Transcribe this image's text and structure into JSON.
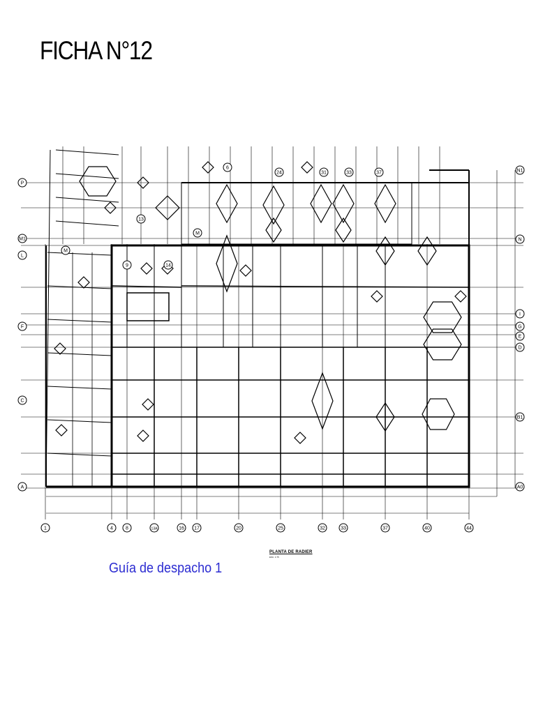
{
  "sheet": {
    "title": "FICHA N°12",
    "dispatch_guide_label": "Guía de despacho 1",
    "plan_caption": "PLANTA DE RADIER",
    "plan_scale": "ESC. 1:75"
  },
  "grid_axes": {
    "vertical": [
      "1",
      "4",
      "8",
      "13A",
      "16",
      "17",
      "20",
      "25",
      "32",
      "33",
      "37",
      "40",
      "44"
    ],
    "vertical_top": [
      "13",
      "9",
      "14",
      "24",
      "31",
      "33",
      "37"
    ],
    "horizontal_left": [
      "P",
      "M1",
      "L",
      "F",
      "C",
      "A"
    ],
    "horizontal_right": [
      "N1",
      "N",
      "I",
      "G",
      "E",
      "D",
      "B1",
      "A0"
    ],
    "other_bubbles": [
      "M",
      "M",
      "6"
    ]
  },
  "colors": {
    "linework": "#000000",
    "guide_text": "#2b2bd1",
    "background": "#ffffff"
  }
}
